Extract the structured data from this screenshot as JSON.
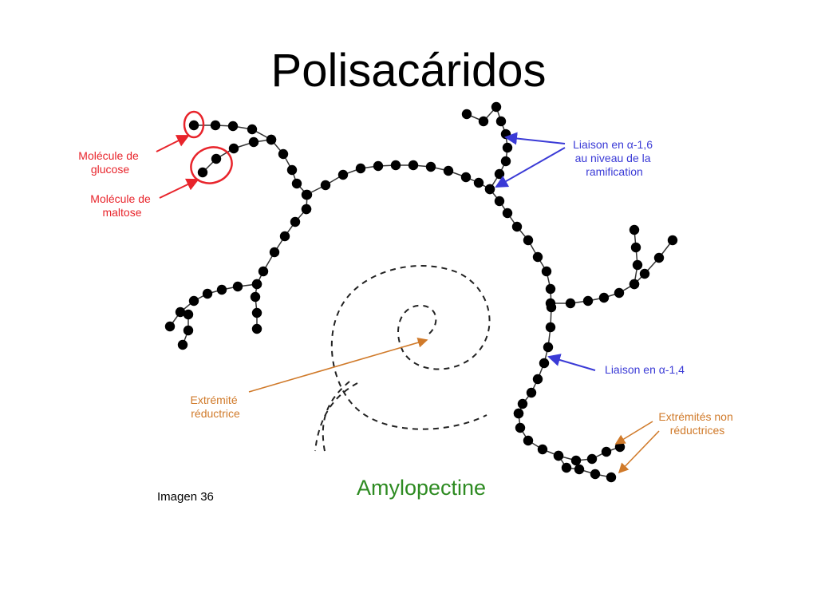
{
  "slide": {
    "title": "Polisacáridos",
    "caption": "Imagen 36"
  },
  "diagram": {
    "title": "Amylopectine",
    "labels": {
      "glucose": [
        "Molécule de",
        "glucose"
      ],
      "maltose": [
        "Molécule de",
        "maltose"
      ],
      "alpha16": [
        "Liaison en α-1,6",
        "au niveau de la",
        "ramification"
      ],
      "alpha14": [
        "Liaison en α-1,4"
      ],
      "reducing_end": [
        "Extrémité",
        "réductrice"
      ],
      "non_reducing_ends": [
        "Extrémités non",
        "réductrices"
      ]
    },
    "colors": {
      "glucose_label": "#e8242b",
      "alpha_label": "#3a3ad6",
      "end_label": "#d07a2a",
      "title": "#2e8b22",
      "beads": "#000000"
    }
  }
}
